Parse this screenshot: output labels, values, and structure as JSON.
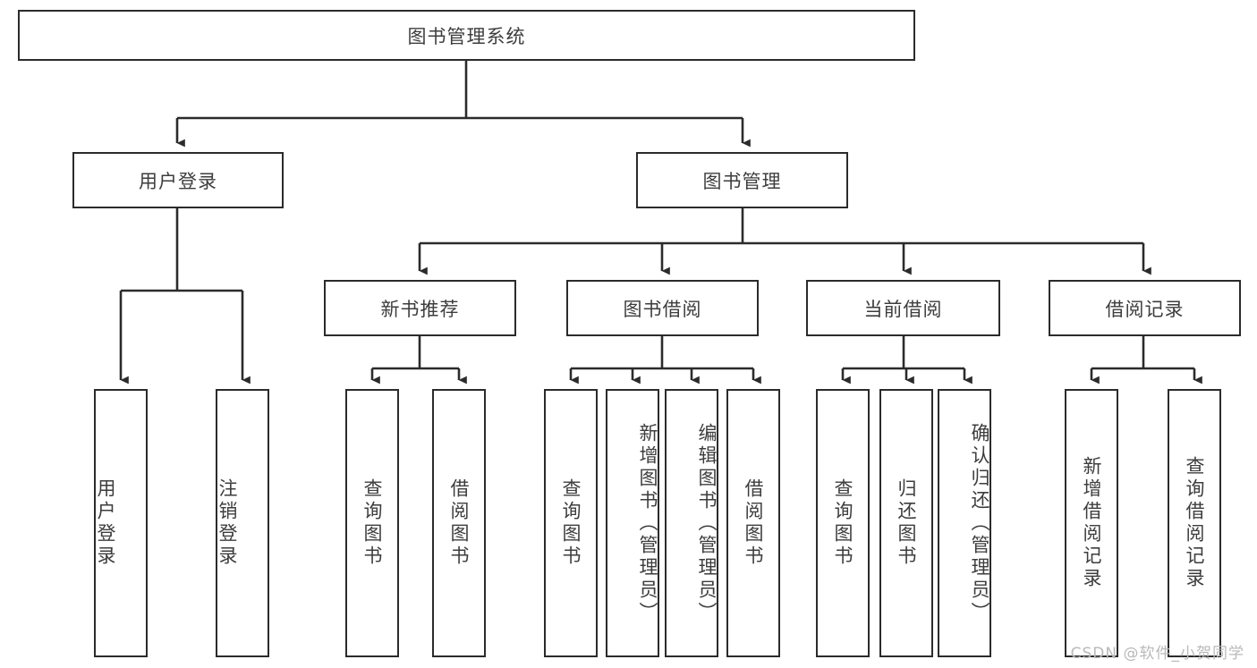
{
  "diagram": {
    "title": "图书管理系统",
    "type": "hierarchy-tree",
    "root": {
      "label": "图书管理系统"
    },
    "level2": [
      {
        "label": "用户登录"
      },
      {
        "label": "图书管理"
      }
    ],
    "level3": [
      {
        "label": "新书推荐"
      },
      {
        "label": "图书借阅"
      },
      {
        "label": "当前借阅"
      },
      {
        "label": "借阅记录"
      }
    ],
    "leaves": {
      "user_login": [
        {
          "label": "用户登录"
        },
        {
          "label": "注销登录"
        }
      ],
      "new_book_recommend": [
        {
          "label": "查询图书"
        },
        {
          "label": "借阅图书"
        }
      ],
      "book_borrow": [
        {
          "label": "查询图书"
        },
        {
          "label": "新增图书（管理员）"
        },
        {
          "label": "编辑图书（管理员）"
        },
        {
          "label": "借阅图书"
        }
      ],
      "current_borrow": [
        {
          "label": "查询图书"
        },
        {
          "label": "归还图书"
        },
        {
          "label": "确认归还（管理员）"
        }
      ],
      "borrow_record": [
        {
          "label": "新增借阅记录"
        },
        {
          "label": "查询借阅记录"
        }
      ]
    },
    "watermark": "CSDN @软件_小贺同学",
    "colors": {
      "stroke": "#2b2b2b",
      "text": "#3d3d3d",
      "background": "#ffffff",
      "watermark": "#b9b9b9"
    }
  }
}
